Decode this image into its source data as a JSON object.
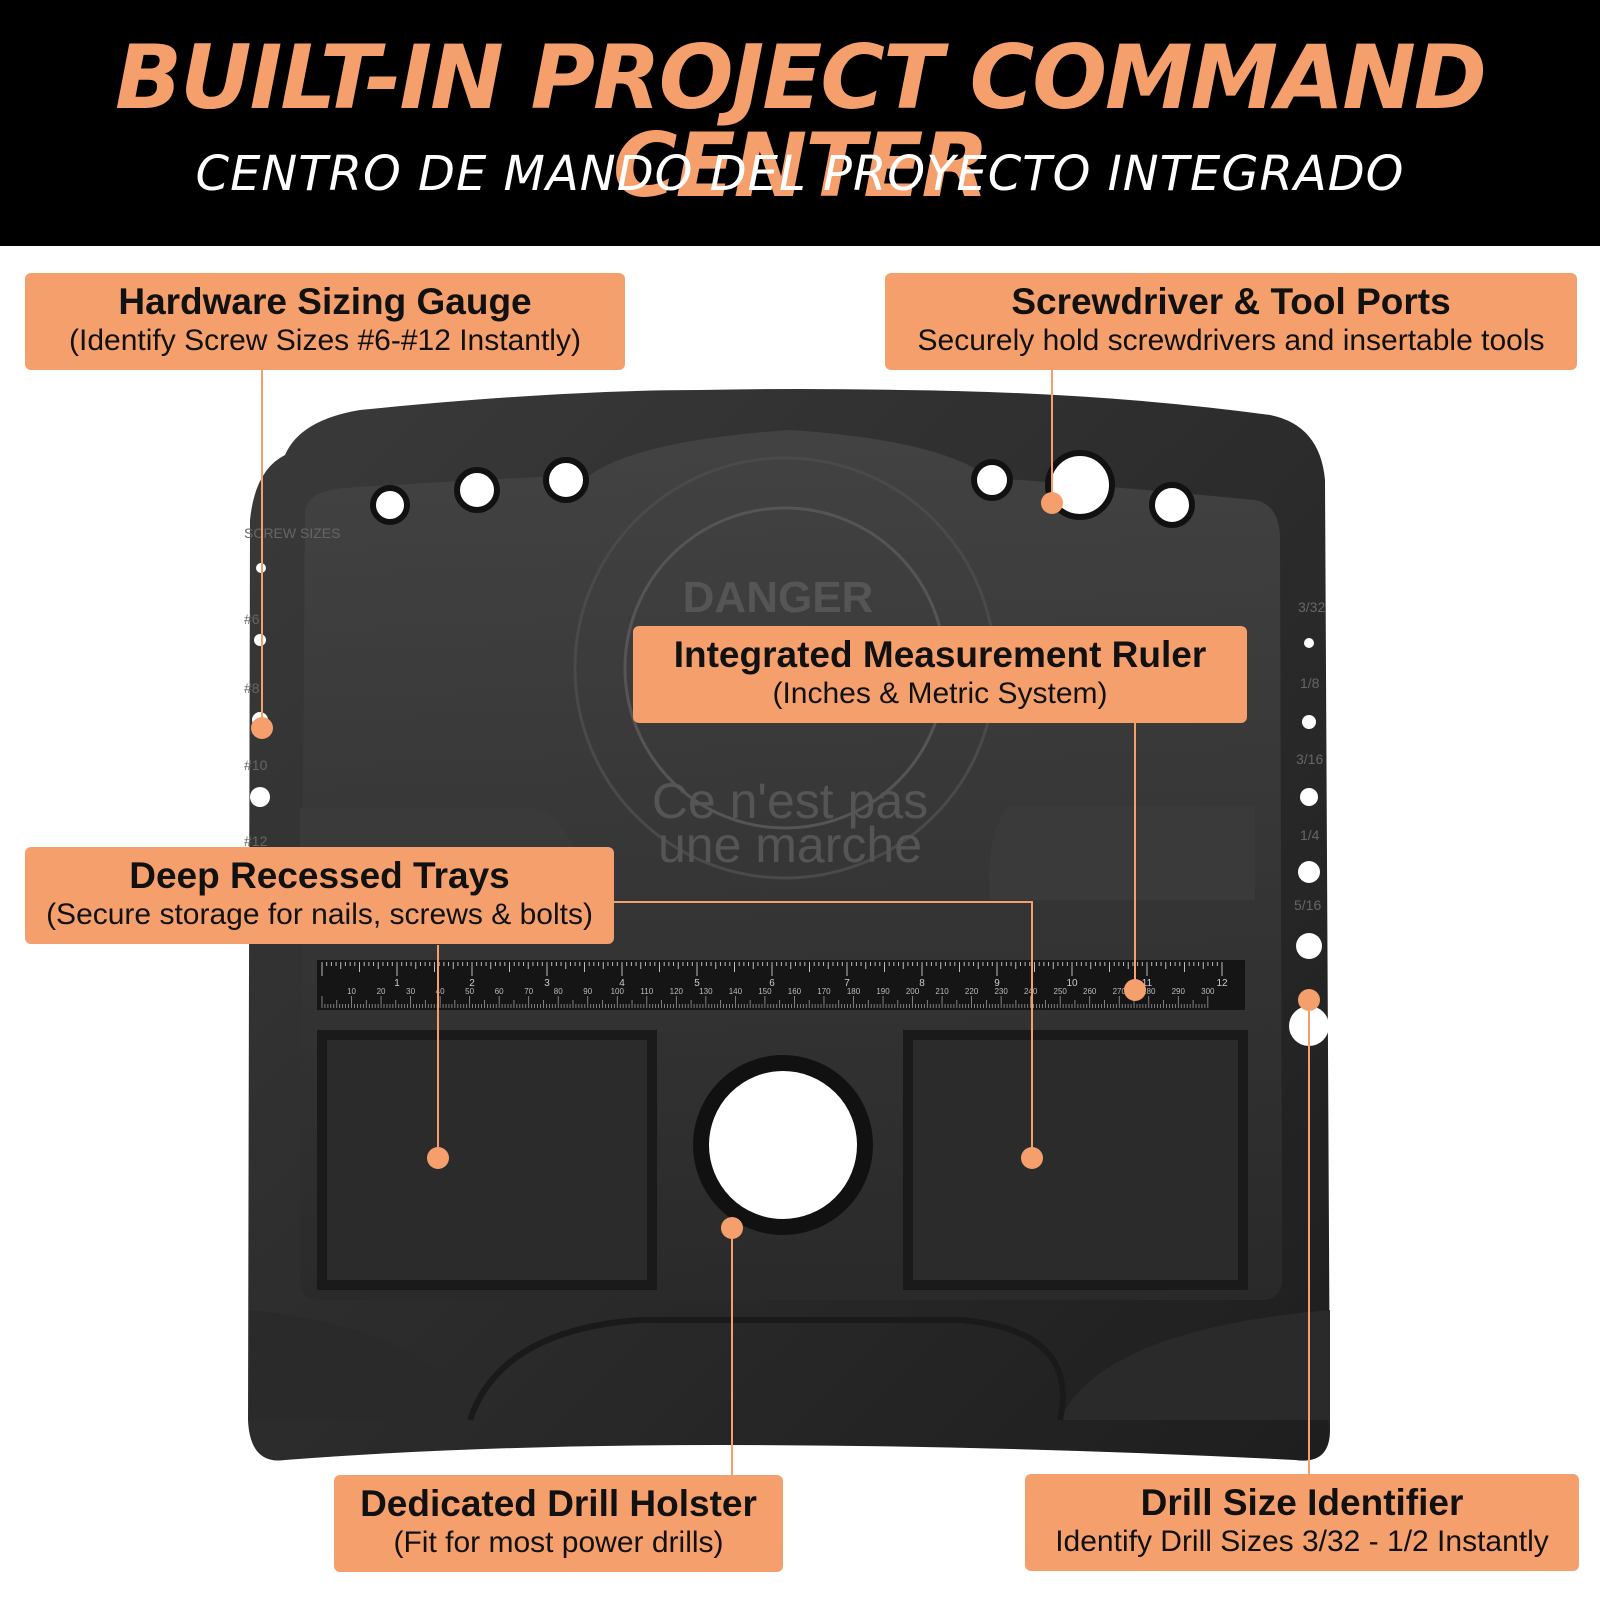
{
  "header": {
    "title": "BUILT-IN PROJECT COMMAND CENTER",
    "subtitle": "CENTRO DE MANDO DEL PROYECTO INTEGRADO"
  },
  "callouts": {
    "hardware": {
      "title": "Hardware Sizing Gauge",
      "subtitle": "(Identify Screw Sizes #6-#12 Instantly)"
    },
    "screwdriver": {
      "title": "Screwdriver & Tool Ports",
      "subtitle": "Securely hold screwdrivers and insertable tools"
    },
    "ruler": {
      "title": "Integrated Measurement Ruler",
      "subtitle": "(Inches & Metric System)"
    },
    "trays": {
      "title": "Deep Recessed Trays",
      "subtitle": "(Secure storage for nails, screws & bolts)"
    },
    "holster": {
      "title": "Dedicated Drill Holster",
      "subtitle": "(Fit for most power drills)"
    },
    "drill_size": {
      "title": "Drill Size Identifier",
      "subtitle": "Identify Drill Sizes 3/32 - 1/2 Instantly"
    }
  },
  "tray_markings": {
    "danger": "DANGER",
    "french_line1": "Ce n'est pas",
    "french_line2": "une marche",
    "screw_label": "SCREW SIZES",
    "screw_sizes": [
      "#6",
      "#8",
      "#10",
      "#12"
    ],
    "drill_sizes": [
      "3/32",
      "1/8",
      "3/16",
      "1/4",
      "5/16"
    ],
    "ruler_inches": [
      "1",
      "2",
      "3",
      "4",
      "5",
      "6",
      "7",
      "8",
      "9",
      "10",
      "11",
      "12"
    ],
    "ruler_cm": [
      "10",
      "20",
      "30",
      "40",
      "50",
      "60",
      "70",
      "80",
      "90",
      "100",
      "110",
      "120",
      "130",
      "140",
      "150",
      "160",
      "170",
      "180",
      "190",
      "200",
      "210",
      "220",
      "230",
      "240",
      "250",
      "260",
      "270",
      "280",
      "290",
      "300"
    ]
  },
  "colors": {
    "accent": "#f5a06c",
    "header_bg": "#000000",
    "tray": "#2e2e2e"
  }
}
